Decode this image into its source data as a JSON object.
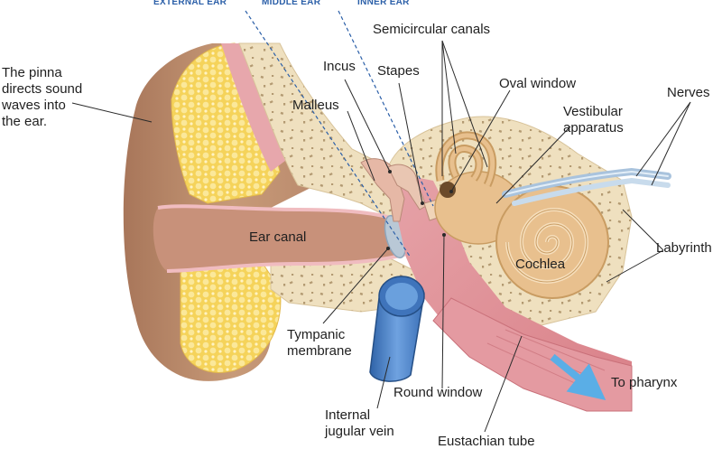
{
  "regions": {
    "external": "EXTERNAL EAR",
    "middle": "MIDDLE EAR",
    "inner": "INNER EAR"
  },
  "labels": {
    "pinna": [
      "The pinna",
      "directs sound",
      "waves into",
      "the ear."
    ],
    "ear_canal": "Ear canal",
    "incus": "Incus",
    "stapes": "Stapes",
    "malleus": "Malleus",
    "semicircular_canals": "Semicircular canals",
    "oval_window": "Oval window",
    "vestibular_apparatus": [
      "Vestibular",
      "apparatus"
    ],
    "nerves": "Nerves",
    "labyrinth": "Labyrinth",
    "cochlea": "Cochlea",
    "tympanic_membrane": [
      "Tympanic",
      "membrane"
    ],
    "round_window": "Round window",
    "internal_jugular_vein": [
      "Internal",
      "jugular vein"
    ],
    "eustachian_tube": "Eustachian tube",
    "to_pharynx": "To pharynx"
  },
  "colors": {
    "skin": "#c79a78",
    "skin_dark": "#a8765a",
    "fat": "#f7d96a",
    "bone": "#efe0bf",
    "bone_dots": "#b39a72",
    "pink_tissue": "#e7a7ac",
    "canal_inner": "#c8917a",
    "cochlea": "#e8c08e",
    "vein": "#4f86cc",
    "arrow": "#5aaee6",
    "dashed_line": "#2b5fa8"
  }
}
